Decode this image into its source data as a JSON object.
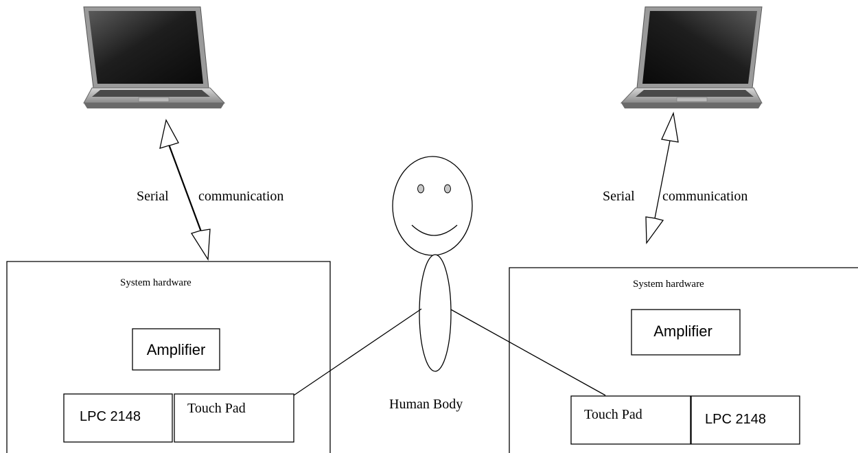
{
  "left": {
    "link_label_part1": "Serial",
    "link_label_part2": "communication",
    "box_title": "System hardware",
    "amplifier_label": "Amplifier",
    "mcu_label": "LPC 2148",
    "touchpad_label": "Touch Pad"
  },
  "right": {
    "link_label_part1": "Serial",
    "link_label_part2": "communication",
    "box_title": "System hardware",
    "amplifier_label": "Amplifier",
    "touchpad_label": "Touch Pad",
    "mcu_label": "LPC 2148"
  },
  "center": {
    "body_label": "Human Body"
  }
}
